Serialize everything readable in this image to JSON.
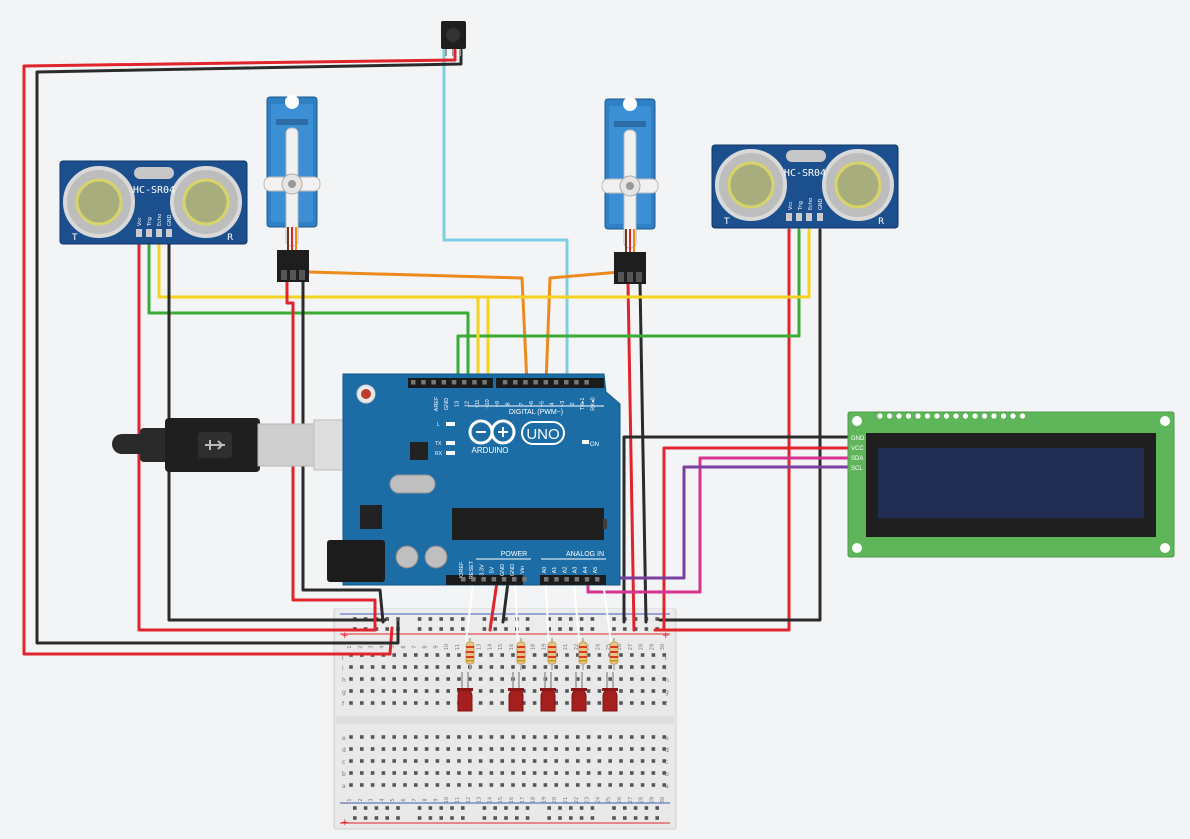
{
  "sensor_left": {
    "model": "HC-SR04",
    "pins": [
      "Vcc",
      "Trig",
      "Echo",
      "GND"
    ],
    "t": "T",
    "r": "R"
  },
  "sensor_right": {
    "model": "HC-SR04",
    "pins": [
      "Vcc",
      "Trig",
      "Echo",
      "GND"
    ],
    "t": "T",
    "r": "R"
  },
  "arduino": {
    "digital_header": "DIGITAL (PWM~)",
    "digital_pins": [
      "AREF",
      "GND",
      "13",
      "12",
      "~11",
      "~10",
      "~9",
      "8",
      "7",
      "~6",
      "~5",
      "4",
      "~3",
      "2",
      "TX▸1",
      "RX◂0"
    ],
    "power_header": "POWER",
    "power_pins": [
      "IOREF",
      "RESET",
      "3.3V",
      "5V",
      "GND",
      "GND",
      "Vin"
    ],
    "analog_header": "ANALOG IN",
    "analog_pins": [
      "A0",
      "A1",
      "A2",
      "A3",
      "A4",
      "A5"
    ],
    "brand": "ARDUINO",
    "model": "UNO",
    "on_label": "ON",
    "led_labels": [
      "L",
      "TX",
      "RX"
    ]
  },
  "lcd": {
    "pins": [
      "GND",
      "VCC",
      "SDA",
      "SCL"
    ]
  },
  "breadboard": {
    "row_letters_top": [
      "j",
      "i",
      "h",
      "g",
      "f"
    ],
    "row_letters_bottom": [
      "e",
      "d",
      "c",
      "b",
      "a"
    ],
    "column_numbers": [
      "1",
      "2",
      "3",
      "4",
      "5",
      "6",
      "7",
      "8",
      "9",
      "10",
      "11",
      "12",
      "13",
      "14",
      "15",
      "16",
      "17",
      "18",
      "19",
      "20",
      "21",
      "22",
      "23",
      "24",
      "25",
      "26",
      "27",
      "28",
      "29",
      "30"
    ],
    "plus": "+",
    "minus": "−"
  },
  "colors": {
    "wire_red": "#e0242b",
    "wire_black": "#2b2b2b",
    "wire_yellow": "#f5d21f",
    "wire_green": "#3aab34",
    "wire_orange": "#ec8a1d",
    "wire_cyan": "#7fcde0",
    "wire_purple": "#7b3fa0",
    "wire_magenta": "#d6338f",
    "board_blue": "#1c6da6",
    "sensor_blue": "#1b4f8d",
    "lcd_green": "#5fb55a",
    "lcd_screen": "#202c52"
  }
}
